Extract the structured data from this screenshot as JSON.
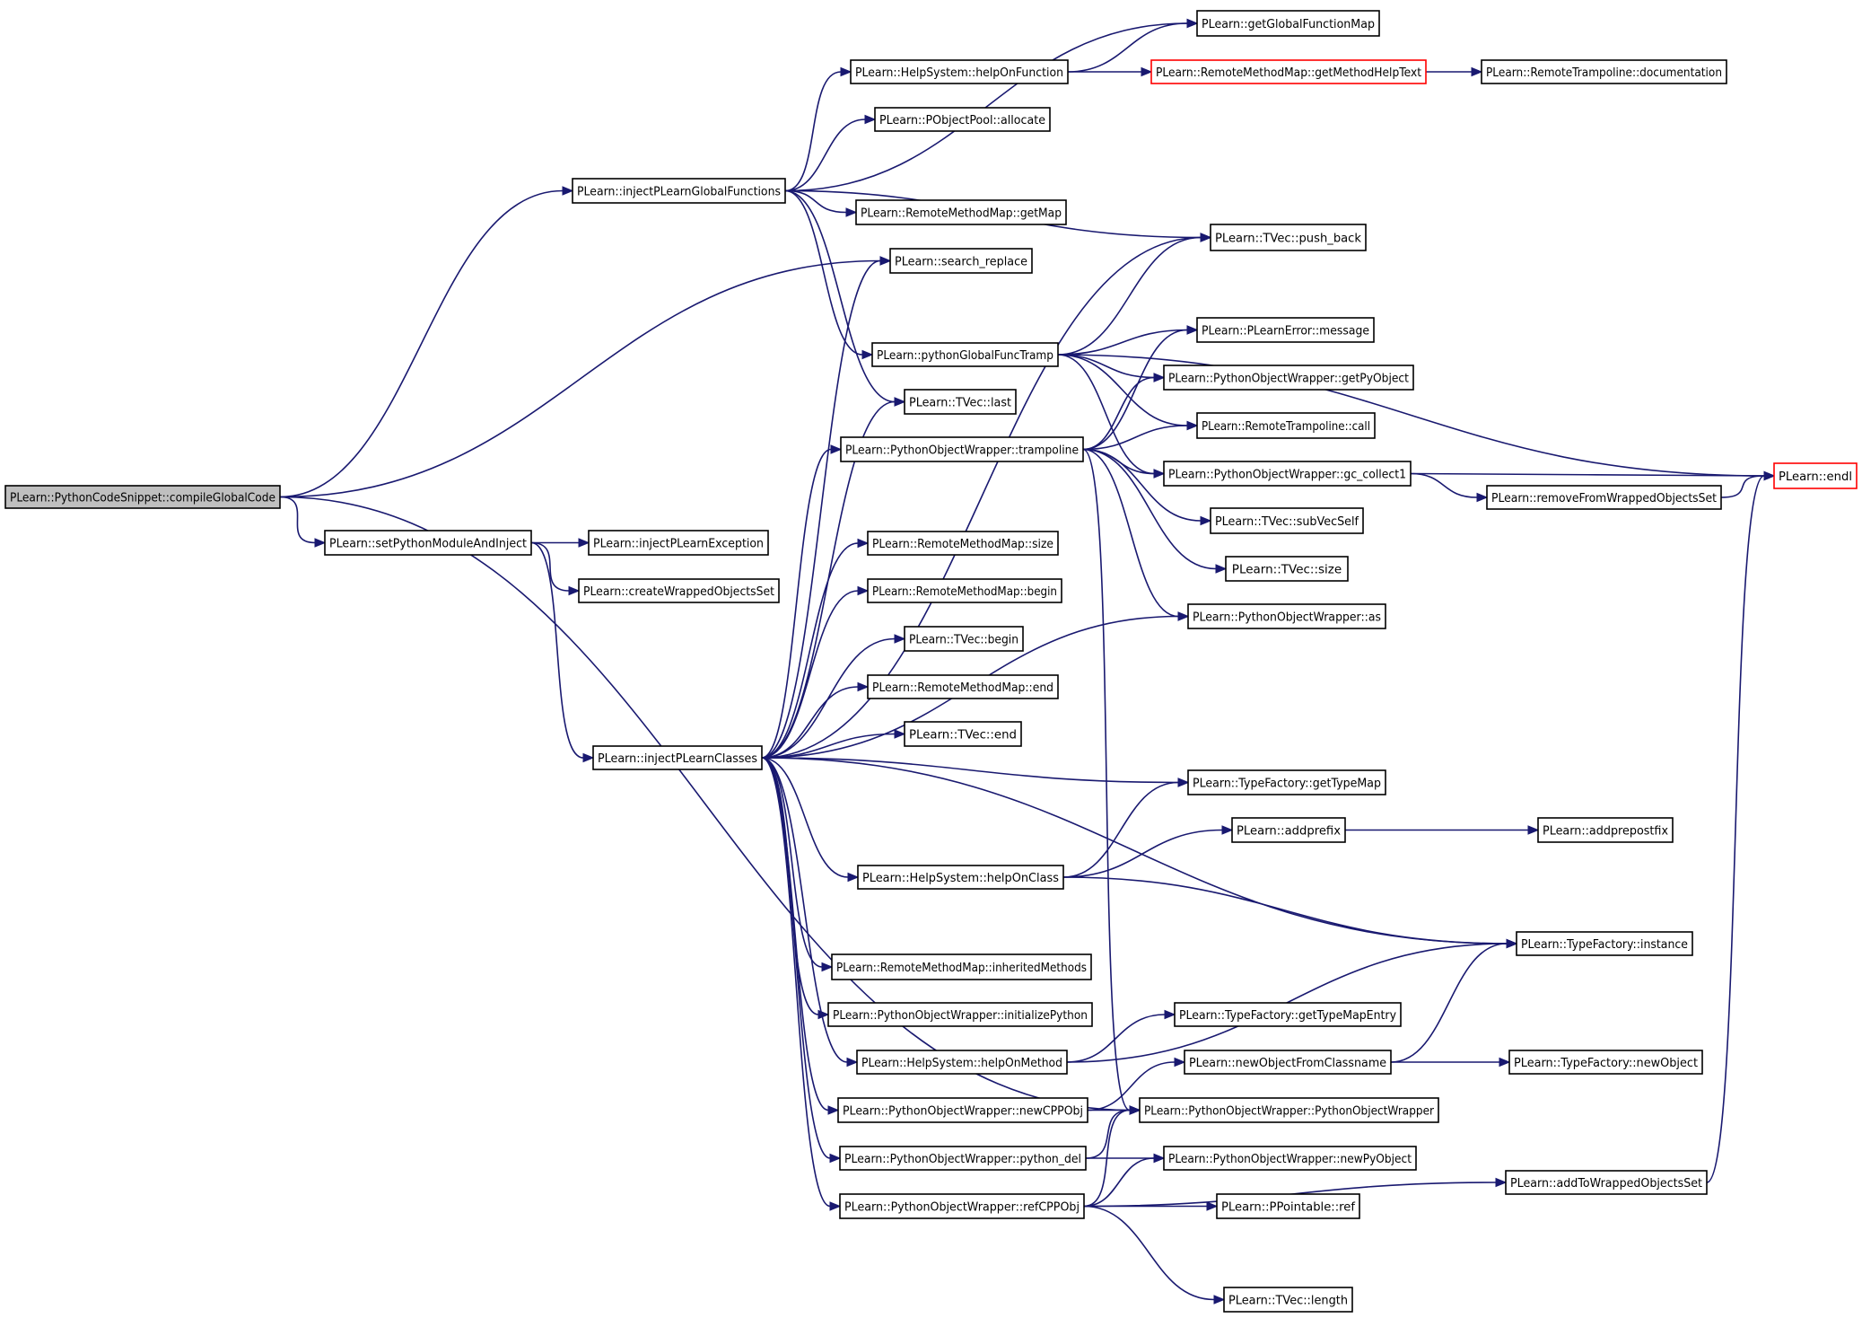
{
  "graph": {
    "type": "call-graph",
    "colors": {
      "edge": "#191970",
      "node_border": "#000000",
      "truncated_border": "#ff0000",
      "root_fill": "#bfbfbf"
    },
    "nodes": [
      {
        "id": "n0",
        "label": "PLearn::PythonCodeSnippet::compileGlobalCode",
        "style": "root"
      },
      {
        "id": "n1",
        "label": "PLearn::injectPLearnGlobalFunctions"
      },
      {
        "id": "n2",
        "label": "PLearn::getGlobalFunctionMap"
      },
      {
        "id": "n3",
        "label": "PLearn::HelpSystem::helpOnFunction"
      },
      {
        "id": "n4",
        "label": "PLearn::RemoteMethodMap::getMethodHelpText",
        "style": "truncated"
      },
      {
        "id": "n5",
        "label": "PLearn::RemoteTrampoline::documentation"
      },
      {
        "id": "n6",
        "label": "PLearn::PObjectPool::allocate"
      },
      {
        "id": "n7",
        "label": "PLearn::RemoteMethodMap::getMap"
      },
      {
        "id": "n8",
        "label": "PLearn::TVec::push_back"
      },
      {
        "id": "n9",
        "label": "PLearn::search_replace"
      },
      {
        "id": "n10",
        "label": "PLearn::endl",
        "style": "truncated"
      },
      {
        "id": "n11",
        "label": "PLearn::pythonGlobalFuncTramp"
      },
      {
        "id": "n12",
        "label": "PLearn::PLearnError::message"
      },
      {
        "id": "n13",
        "label": "PLearn::PythonObjectWrapper::getPyObject"
      },
      {
        "id": "n14",
        "label": "PLearn::TVec::last"
      },
      {
        "id": "n15",
        "label": "PLearn::RemoteTrampoline::call"
      },
      {
        "id": "n16",
        "label": "PLearn::PythonObjectWrapper::trampoline"
      },
      {
        "id": "n17",
        "label": "PLearn::PythonObjectWrapper::gc_collect1"
      },
      {
        "id": "n18",
        "label": "PLearn::removeFromWrappedObjectsSet"
      },
      {
        "id": "n19",
        "label": "PLearn::TVec::subVecSelf"
      },
      {
        "id": "n20",
        "label": "PLearn::setPythonModuleAndInject"
      },
      {
        "id": "n21",
        "label": "PLearn::injectPLearnException"
      },
      {
        "id": "n22",
        "label": "PLearn::RemoteMethodMap::size"
      },
      {
        "id": "n23",
        "label": "PLearn::createWrappedObjectsSet"
      },
      {
        "id": "n24",
        "label": "PLearn::TVec::size"
      },
      {
        "id": "n25",
        "label": "PLearn::RemoteMethodMap::begin"
      },
      {
        "id": "n26",
        "label": "PLearn::PythonObjectWrapper::as"
      },
      {
        "id": "n27",
        "label": "PLearn::TVec::begin"
      },
      {
        "id": "n28",
        "label": "PLearn::RemoteMethodMap::end"
      },
      {
        "id": "n29",
        "label": "PLearn::TVec::end"
      },
      {
        "id": "n30",
        "label": "PLearn::injectPLearnClasses"
      },
      {
        "id": "n31",
        "label": "PLearn::TypeFactory::getTypeMap"
      },
      {
        "id": "n32",
        "label": "PLearn::addprefix"
      },
      {
        "id": "n33",
        "label": "PLearn::addprepostfix"
      },
      {
        "id": "n34",
        "label": "PLearn::HelpSystem::helpOnClass"
      },
      {
        "id": "n35",
        "label": "PLearn::TypeFactory::instance"
      },
      {
        "id": "n36",
        "label": "PLearn::RemoteMethodMap::inheritedMethods"
      },
      {
        "id": "n37",
        "label": "PLearn::PythonObjectWrapper::initializePython"
      },
      {
        "id": "n38",
        "label": "PLearn::TypeFactory::getTypeMapEntry"
      },
      {
        "id": "n39",
        "label": "PLearn::HelpSystem::helpOnMethod"
      },
      {
        "id": "n40",
        "label": "PLearn::newObjectFromClassname"
      },
      {
        "id": "n41",
        "label": "PLearn::TypeFactory::newObject"
      },
      {
        "id": "n42",
        "label": "PLearn::PythonObjectWrapper::newCPPObj"
      },
      {
        "id": "n43",
        "label": "PLearn::PythonObjectWrapper::PythonObjectWrapper"
      },
      {
        "id": "n44",
        "label": "PLearn::PythonObjectWrapper::python_del"
      },
      {
        "id": "n45",
        "label": "PLearn::PythonObjectWrapper::newPyObject"
      },
      {
        "id": "n46",
        "label": "PLearn::addToWrappedObjectsSet"
      },
      {
        "id": "n47",
        "label": "PLearn::PythonObjectWrapper::refCPPObj"
      },
      {
        "id": "n48",
        "label": "PLearn::PPointable::ref"
      },
      {
        "id": "n49",
        "label": "PLearn::TVec::length"
      }
    ],
    "edges": [
      [
        "n0",
        "n1"
      ],
      [
        "n0",
        "n9"
      ],
      [
        "n0",
        "n20"
      ],
      [
        "n0",
        "n43"
      ],
      [
        "n1",
        "n2"
      ],
      [
        "n1",
        "n3"
      ],
      [
        "n1",
        "n6"
      ],
      [
        "n1",
        "n7"
      ],
      [
        "n1",
        "n8"
      ],
      [
        "n1",
        "n11"
      ],
      [
        "n1",
        "n14"
      ],
      [
        "n3",
        "n2"
      ],
      [
        "n3",
        "n4"
      ],
      [
        "n4",
        "n5"
      ],
      [
        "n11",
        "n8"
      ],
      [
        "n11",
        "n10"
      ],
      [
        "n11",
        "n12"
      ],
      [
        "n11",
        "n13"
      ],
      [
        "n11",
        "n15"
      ],
      [
        "n11",
        "n17"
      ],
      [
        "n16",
        "n12"
      ],
      [
        "n16",
        "n13"
      ],
      [
        "n16",
        "n15"
      ],
      [
        "n16",
        "n17"
      ],
      [
        "n16",
        "n19"
      ],
      [
        "n16",
        "n24"
      ],
      [
        "n16",
        "n26"
      ],
      [
        "n16",
        "n43"
      ],
      [
        "n17",
        "n10"
      ],
      [
        "n17",
        "n18"
      ],
      [
        "n18",
        "n10"
      ],
      [
        "n20",
        "n21"
      ],
      [
        "n20",
        "n23"
      ],
      [
        "n20",
        "n30"
      ],
      [
        "n30",
        "n8"
      ],
      [
        "n30",
        "n9"
      ],
      [
        "n30",
        "n14"
      ],
      [
        "n30",
        "n16"
      ],
      [
        "n30",
        "n22"
      ],
      [
        "n30",
        "n25"
      ],
      [
        "n30",
        "n26"
      ],
      [
        "n30",
        "n27"
      ],
      [
        "n30",
        "n28"
      ],
      [
        "n30",
        "n29"
      ],
      [
        "n30",
        "n31"
      ],
      [
        "n30",
        "n34"
      ],
      [
        "n30",
        "n35"
      ],
      [
        "n30",
        "n36"
      ],
      [
        "n30",
        "n37"
      ],
      [
        "n30",
        "n39"
      ],
      [
        "n30",
        "n42"
      ],
      [
        "n30",
        "n44"
      ],
      [
        "n30",
        "n47"
      ],
      [
        "n34",
        "n31"
      ],
      [
        "n34",
        "n32"
      ],
      [
        "n34",
        "n35"
      ],
      [
        "n32",
        "n33"
      ],
      [
        "n39",
        "n35"
      ],
      [
        "n39",
        "n38"
      ],
      [
        "n42",
        "n40"
      ],
      [
        "n42",
        "n43"
      ],
      [
        "n40",
        "n35"
      ],
      [
        "n40",
        "n41"
      ],
      [
        "n44",
        "n43"
      ],
      [
        "n44",
        "n45"
      ],
      [
        "n47",
        "n43"
      ],
      [
        "n47",
        "n45"
      ],
      [
        "n47",
        "n46"
      ],
      [
        "n47",
        "n48"
      ],
      [
        "n47",
        "n49"
      ],
      [
        "n46",
        "n10"
      ]
    ]
  }
}
